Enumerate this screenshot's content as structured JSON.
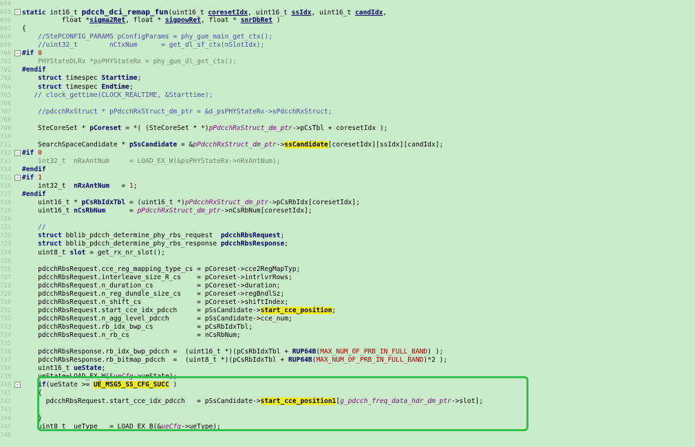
{
  "lines": [
    {
      "n": "694",
      "fold": "",
      "segs": []
    },
    {
      "n": "695",
      "fold": "-",
      "segs": [
        {
          "t": "static ",
          "c": "kw"
        },
        {
          "t": "int16_t "
        },
        {
          "t": "pdcch_dci_remap_fun",
          "c": "fn"
        },
        {
          "t": "(uint16_t "
        },
        {
          "t": "coresetIdx",
          "c": "ul"
        },
        {
          "t": ", uint16_t "
        },
        {
          "t": "ssIdx",
          "c": "ul"
        },
        {
          "t": ", uint16_t "
        },
        {
          "t": "candIdx",
          "c": "ul"
        },
        {
          "t": ","
        }
      ]
    },
    {
      "n": "696",
      "fold": "",
      "segs": [
        {
          "t": "          float *"
        },
        {
          "t": "sigma2Ret",
          "c": "ul"
        },
        {
          "t": ", float * "
        },
        {
          "t": "sigpowRet",
          "c": "ul"
        },
        {
          "t": ", float * "
        },
        {
          "t": "snrDbRet",
          "c": "ul"
        },
        {
          "t": " )"
        }
      ]
    },
    {
      "n": "697",
      "fold": "",
      "segs": [
        {
          "t": "{"
        }
      ]
    },
    {
      "n": "698",
      "fold": "",
      "segs": [
        {
          "t": "    //StePCONFIG_PARAMS pConfigParams = phy_gue_main_get_ctx();",
          "c": "cm"
        }
      ]
    },
    {
      "n": "699",
      "fold": "",
      "segs": [
        {
          "t": "    //uint32_t        nCtxNum      = get_dl_sf_ctx(nSlotIdx);",
          "c": "cm"
        }
      ]
    },
    {
      "n": "700",
      "fold": "-",
      "segs": [
        {
          "t": "#if ",
          "c": "kw"
        },
        {
          "t": "0",
          "c": "pp"
        }
      ]
    },
    {
      "n": "701",
      "fold": "",
      "segs": [
        {
          "t": "    PHYStateDLRx *psPHYStateRx = phy_gue_dl_get_ctx();",
          "c": "gr"
        }
      ]
    },
    {
      "n": "702",
      "fold": "",
      "segs": [
        {
          "t": "#endif",
          "c": "kw"
        }
      ]
    },
    {
      "n": "703",
      "fold": "",
      "segs": [
        {
          "t": "    "
        },
        {
          "t": "struct ",
          "c": "kw"
        },
        {
          "t": "timespec "
        },
        {
          "t": "Starttime",
          "c": "id"
        },
        {
          "t": ";"
        }
      ]
    },
    {
      "n": "704",
      "fold": "",
      "segs": [
        {
          "t": "    "
        },
        {
          "t": "struct ",
          "c": "kw"
        },
        {
          "t": "timespec "
        },
        {
          "t": "Endtime",
          "c": "id"
        },
        {
          "t": ";"
        }
      ]
    },
    {
      "n": "705",
      "fold": "",
      "segs": [
        {
          "t": "   // clock_gettime(CLOCK_REALTIME, &Starttime);",
          "c": "cm"
        }
      ]
    },
    {
      "n": "706",
      "fold": "",
      "segs": []
    },
    {
      "n": "707",
      "fold": "",
      "segs": [
        {
          "t": "    //pdcchRxStruct * pPdcchRxStruct_dm_ptr = &d_psPHYStateRx->sPdcchRxStruct;",
          "c": "cm"
        }
      ]
    },
    {
      "n": "708",
      "fold": "",
      "segs": []
    },
    {
      "n": "709",
      "fold": "",
      "segs": [
        {
          "t": "    SteCoreSet * "
        },
        {
          "t": "pCoreset",
          "c": "id"
        },
        {
          "t": " = *( (SteCoreSet * *)"
        },
        {
          "t": "pPdcchRxStruct_dm_ptr",
          "c": "ma"
        },
        {
          "t": "->pCsTbl + coresetIdx );"
        }
      ]
    },
    {
      "n": "710",
      "fold": "",
      "segs": []
    },
    {
      "n": "711",
      "fold": "",
      "segs": [
        {
          "t": "    SearchSpaceCandidate * "
        },
        {
          "t": "pSsCandidate",
          "c": "id"
        },
        {
          "t": " = &"
        },
        {
          "t": "pPdcchRxStruct_dm_ptr",
          "c": "ma"
        },
        {
          "t": "->"
        },
        {
          "t": "ssCandidate",
          "c": "hl"
        },
        {
          "t": "[coresetIdx][ssIdx][candIdx];"
        }
      ]
    },
    {
      "n": "712",
      "fold": "-",
      "segs": [
        {
          "t": "#if ",
          "c": "kw"
        },
        {
          "t": "0",
          "c": "pp"
        }
      ]
    },
    {
      "n": "713",
      "fold": "",
      "segs": [
        {
          "t": "    int32_t  nRxAntNum     = LOAD_EX_W(&psPHYStateRx->nRxAntNum);",
          "c": "gr"
        }
      ]
    },
    {
      "n": "714",
      "fold": "",
      "segs": [
        {
          "t": "#endif",
          "c": "kw"
        }
      ]
    },
    {
      "n": "715",
      "fold": "-",
      "segs": [
        {
          "t": "#if ",
          "c": "kw"
        },
        {
          "t": "1",
          "c": "pp"
        }
      ]
    },
    {
      "n": "716",
      "fold": "",
      "segs": [
        {
          "t": "    int32_t  "
        },
        {
          "t": "nRxAntNum",
          "c": "id"
        },
        {
          "t": "   = "
        },
        {
          "t": "1",
          "c": "pp"
        },
        {
          "t": ";"
        }
      ]
    },
    {
      "n": "717",
      "fold": "",
      "segs": [
        {
          "t": "#endif",
          "c": "kw"
        }
      ]
    },
    {
      "n": "718",
      "fold": "",
      "segs": [
        {
          "t": "    uint16_t * "
        },
        {
          "t": "pCsRbIdxTbl",
          "c": "id"
        },
        {
          "t": " = (uint16_t *)"
        },
        {
          "t": "pPdcchRxStruct_dm_ptr",
          "c": "ma"
        },
        {
          "t": "->pCsRbIdx[coresetIdx];"
        }
      ]
    },
    {
      "n": "719",
      "fold": "",
      "segs": [
        {
          "t": "    uint16_t "
        },
        {
          "t": "nCsRbNum",
          "c": "id"
        },
        {
          "t": "      = "
        },
        {
          "t": "pPdcchRxStruct_dm_ptr",
          "c": "ma"
        },
        {
          "t": "->nCsRbNum[coresetIdx];"
        }
      ]
    },
    {
      "n": "720",
      "fold": "",
      "segs": []
    },
    {
      "n": "721",
      "fold": "",
      "segs": [
        {
          "t": "    //",
          "c": "cm"
        }
      ]
    },
    {
      "n": "722",
      "fold": "",
      "segs": [
        {
          "t": "    "
        },
        {
          "t": "struct ",
          "c": "kw"
        },
        {
          "t": "bblib_pdcch_determine_phy_rbs_request  "
        },
        {
          "t": "pdcchRbsRequest",
          "c": "id"
        },
        {
          "t": ";"
        }
      ]
    },
    {
      "n": "723",
      "fold": "",
      "segs": [
        {
          "t": "    "
        },
        {
          "t": "struct ",
          "c": "kw"
        },
        {
          "t": "bblib_pdcch_determine_phy_rbs_response "
        },
        {
          "t": "pdcchRbsResponse",
          "c": "id"
        },
        {
          "t": ";"
        }
      ]
    },
    {
      "n": "724",
      "fold": "",
      "segs": [
        {
          "t": "    uint8_t "
        },
        {
          "t": "slot",
          "c": "id"
        },
        {
          "t": " = get_rx_nr_slot();"
        }
      ]
    },
    {
      "n": "725",
      "fold": "",
      "segs": []
    },
    {
      "n": "726",
      "fold": "",
      "segs": [
        {
          "t": "    pdcchRbsRequest.cce_reg_mapping_type_cs = pCoreset->cce2RegMapTyp;"
        }
      ]
    },
    {
      "n": "727",
      "fold": "",
      "segs": [
        {
          "t": "    pdcchRbsRequest.interleave_size_R_cs    = pCoreset->intrlvrRows;"
        }
      ]
    },
    {
      "n": "728",
      "fold": "",
      "segs": [
        {
          "t": "    pdcchRbsRequest.n_duration_cs           = pCoreset->duration;"
        }
      ]
    },
    {
      "n": "729",
      "fold": "",
      "segs": [
        {
          "t": "    pdcchRbsRequest.n_reg_dundle_size_cs    = pCoreset->regBndlSz;"
        }
      ]
    },
    {
      "n": "730",
      "fold": "",
      "segs": [
        {
          "t": "    pdcchRbsRequest.n_shift_cs              = pCoreset->shiftIndex;"
        }
      ]
    },
    {
      "n": "731",
      "fold": "",
      "segs": [
        {
          "t": "    pdcchRbsRequest.start_cce_idx_pdcch     = pSsCandidate->"
        },
        {
          "t": "start_cce_position",
          "c": "hl"
        },
        {
          "t": ";"
        }
      ]
    },
    {
      "n": "732",
      "fold": "",
      "segs": [
        {
          "t": "    pdcchRbsRequest.n_agg_level_pdcch       = pSsCandidate->cce_num;"
        }
      ]
    },
    {
      "n": "733",
      "fold": "",
      "segs": [
        {
          "t": "    pdcchRbsRequest.rb_idx_bwp_cs           = pCsRbIdxTbl;"
        }
      ]
    },
    {
      "n": "734",
      "fold": "",
      "segs": [
        {
          "t": "    pdcchRbsRequest.n_rb_cs                 = nCsRbNum;"
        }
      ]
    },
    {
      "n": "735",
      "fold": "",
      "segs": []
    },
    {
      "n": "736",
      "fold": "",
      "segs": [
        {
          "t": "    pdcchRbsResponse.rb_idx_bwp_pdcch =  (uint16_t *)(pCsRbIdxTbl + "
        },
        {
          "t": "RUP64B",
          "c": "id"
        },
        {
          "t": "("
        },
        {
          "t": "MAX_NUM_OF_PRB_IN_FULL_BAND",
          "c": "mc"
        },
        {
          "t": ") );"
        }
      ]
    },
    {
      "n": "737",
      "fold": "",
      "segs": [
        {
          "t": "    pdcchRbsResponse.rb_bitmap_pdcch  =  (uint8_t *)(pCsRbIdxTbl + "
        },
        {
          "t": "RUP64B",
          "c": "id"
        },
        {
          "t": "("
        },
        {
          "t": "MAX_NUM_OF_PRB_IN_FULL_BAND",
          "c": "mc"
        },
        {
          "t": ")*2 );"
        }
      ]
    },
    {
      "n": "738",
      "fold": "",
      "segs": [
        {
          "t": "    uint16_t "
        },
        {
          "t": "ueState",
          "c": "id"
        },
        {
          "t": ";"
        }
      ]
    },
    {
      "n": "739",
      "fold": "",
      "segs": [
        {
          "t": "    ueState=LOAD_EX_W(&"
        },
        {
          "t": "ueCfg",
          "c": "ma"
        },
        {
          "t": "->ueState);"
        }
      ]
    },
    {
      "n": "740",
      "fold": "-",
      "segs": [
        {
          "t": "    "
        },
        {
          "t": "if",
          "c": "kw"
        },
        {
          "t": "(ueState >= "
        },
        {
          "t": "UE_MSG5_SS_CFG_SUCC",
          "c": "hl"
        },
        {
          "t": " )"
        }
      ]
    },
    {
      "n": "741",
      "fold": "",
      "segs": [
        {
          "t": "    {"
        }
      ]
    },
    {
      "n": "742",
      "fold": "",
      "segs": [
        {
          "t": "      pdcchRbsRequest.start_cce_idx_pdcch   = pSsCandidate->"
        },
        {
          "t": "start_cce_position1",
          "c": "hl"
        },
        {
          "t": "["
        },
        {
          "t": "g_pdcch_freq_data_hdr_dm_ptr",
          "c": "ma"
        },
        {
          "t": "->slot];"
        }
      ]
    },
    {
      "n": "743",
      "fold": "",
      "segs": []
    },
    {
      "n": "744",
      "fold": "",
      "segs": [
        {
          "t": "    }"
        }
      ]
    },
    {
      "n": "745",
      "fold": "",
      "segs": [
        {
          "t": "    uint8_t  ueType   = LOAD_EX_B(&"
        },
        {
          "t": "ueCfg",
          "c": "ma"
        },
        {
          "t": "->ueType);"
        }
      ]
    },
    {
      "n": "746",
      "fold": "",
      "segs": []
    }
  ]
}
